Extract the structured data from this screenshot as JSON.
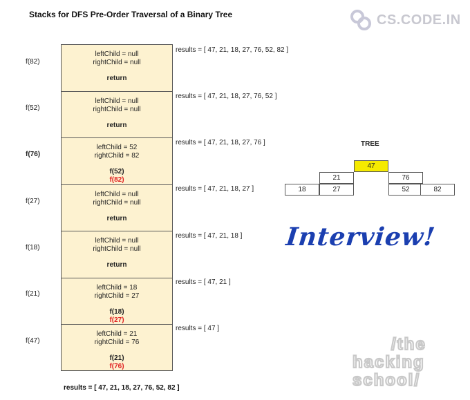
{
  "title": "Stacks for DFS Pre-Order Traversal of a Binary Tree",
  "logo": {
    "text": "CS.CODE.IN",
    "icon": "cs-code-logo-icon"
  },
  "frames": [
    {
      "label": "f(82)",
      "bold": false,
      "left": "leftChild = null",
      "right": "rightChild = null",
      "action1": "return",
      "action2": ""
    },
    {
      "label": "f(52)",
      "bold": false,
      "left": "leftChild = null",
      "right": "rightChild = null",
      "action1": "return",
      "action2": ""
    },
    {
      "label": "f(76)",
      "bold": true,
      "left": "leftChild = 52",
      "right": "rightChild = 82",
      "action1": "f(52)",
      "action2": "f(82)"
    },
    {
      "label": "f(27)",
      "bold": false,
      "left": "leftChild = null",
      "right": "rightChild = null",
      "action1": "return",
      "action2": ""
    },
    {
      "label": "f(18)",
      "bold": false,
      "left": "leftChild = null",
      "right": "rightChild = null",
      "action1": "return",
      "action2": ""
    },
    {
      "label": "f(21)",
      "bold": false,
      "left": "leftChild = 18",
      "right": "rightChild = 27",
      "action1": "f(18)",
      "action2": "f(27)"
    },
    {
      "label": "f(47)",
      "bold": false,
      "left": "leftChild = 21",
      "right": "rightChild = 76",
      "action1": "f(21)",
      "action2": "f(76)"
    }
  ],
  "results": [
    "results = [ 47, 21, 18, 27, 76, 52, 82 ]",
    "results = [ 47, 21, 18, 27, 76, 52 ]",
    "results = [ 47, 21, 18, 27, 76 ]",
    "results = [ 47, 21, 18, 27 ]",
    "results = [ 47, 21, 18 ]",
    "results = [ 47, 21 ]",
    "results = [ 47 ]"
  ],
  "final_results": "results = [ 47, 21, 18, 27, 76, 52, 82 ]",
  "tree": {
    "title": "TREE",
    "root": "47",
    "level1": [
      "21",
      "76"
    ],
    "level2": [
      "18",
      "27",
      "52",
      "82"
    ],
    "root_color": "#f5ea00"
  },
  "banner": "Interview!",
  "watermark": {
    "line1": "/the",
    "line2": "hacking",
    "line3": "school/"
  }
}
